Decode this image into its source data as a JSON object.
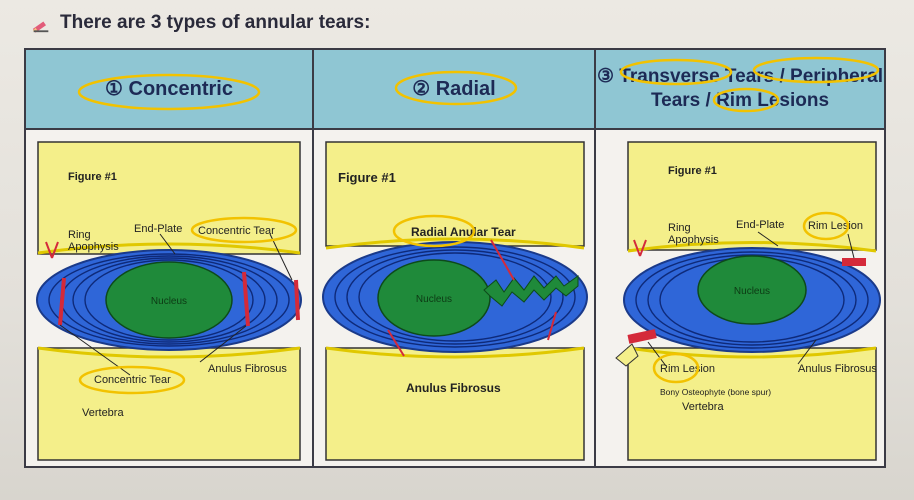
{
  "heading": "There are 3 types of annular tears:",
  "columns": [
    {
      "title": "① Concentric",
      "figure_label": "Figure #1",
      "labels": {
        "ring_apophysis": "Ring\nApophysis",
        "end_plate": "End-Plate",
        "concentric_tear_top": "Concentric Tear",
        "nucleus": "Nucleus",
        "concentric_tear_bottom": "Concentric Tear",
        "anulus_fibrosus": "Anulus Fibrosus",
        "vertebra": "Vertebra"
      }
    },
    {
      "title": "② Radial",
      "figure_label": "Figure #1",
      "labels": {
        "radial_tear": "Radial Anular Tear",
        "nucleus": "Nucleus",
        "anulus_fibrosus": "Anulus Fibrosus"
      }
    },
    {
      "title_line1": "③ Transverse Tears / Peripheral",
      "title_line2": "Tears / Rim Lesions",
      "figure_label": "Figure #1",
      "labels": {
        "ring_apophysis": "Ring\nApophysis",
        "end_plate": "End-Plate",
        "rim_lesion_top": "Rim Lesion",
        "nucleus": "Nucleus",
        "rim_lesion_bottom": "Rim Lesion",
        "anulus_fibrosus": "Anulus Fibrosus",
        "bony_osteophyte": "Bony Osteophyte (bone spur)",
        "vertebra": "Vertebra"
      }
    }
  ],
  "colors": {
    "vertebra": "#f4ef8a",
    "disc": "#2f66d8",
    "nucleus": "#1f8a3a",
    "tear": "#d42a3a",
    "annotation": "#f2c200",
    "header_bg": "#8fc6d3"
  }
}
